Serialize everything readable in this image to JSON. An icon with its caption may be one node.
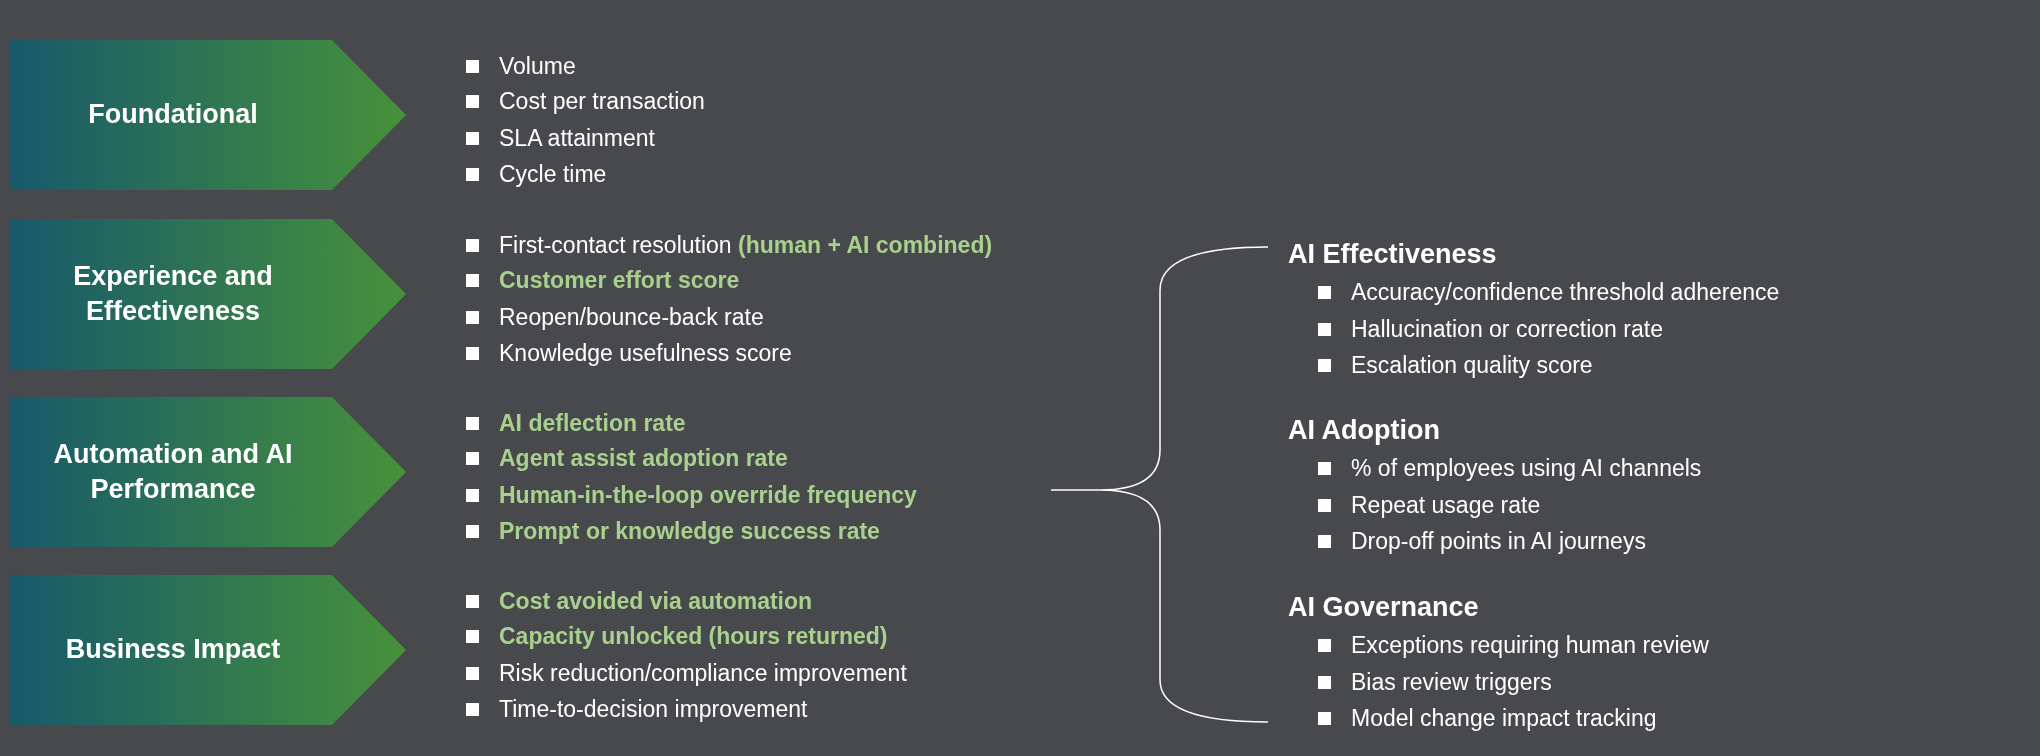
{
  "diagram": {
    "nodes": [
      {
        "text": [
          "Foundational"
        ]
      },
      {
        "text": [
          "Experience and Effectiveness"
        ]
      },
      {
        "text": [
          "Automation and AI Performance"
        ]
      },
      {
        "text": [
          "Business Impact"
        ]
      }
    ],
    "labels": [
      "Volume",
      "Cost per transaction",
      "SLA attainment",
      "Cycle time",
      "First-contact resolution **(human + AI combined)**",
      "**Customer effort score**",
      "Reopen/bounce-back rate",
      "Knowledge usefulness score",
      "**AI deflection rate**",
      "**Agent assist adoption rate**",
      "**Human-in-the-loop override frequency**",
      "**Prompt or knowledge success rate**",
      "**Cost avoided via automation**",
      "**Capacity unlocked (hours returned)**",
      "Risk reduction/compliance improvement",
      "Time-to-decision improvement",
      "AI Effectiveness",
      "Accuracy/confidence threshold adherence",
      "Hallucination or correction rate",
      "Escalation quality score",
      "AI Adoption",
      "% of employees using AI channels",
      "Repeat usage rate",
      "Drop-off points in AI journeys",
      "AI Governance",
      "Exceptions requiring human review",
      "Bias review triggers",
      "Model change impact tracking"
    ]
  }
}
